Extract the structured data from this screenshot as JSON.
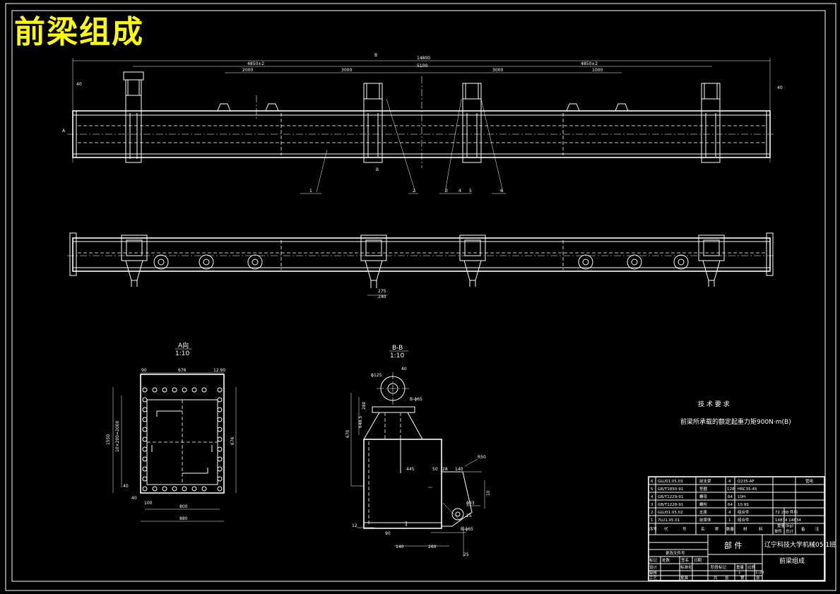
{
  "title": "前梁组成",
  "top_view": {
    "overall_length": "14800",
    "dims_upper": [
      "4850±2",
      "4850±2"
    ],
    "dims_mid": [
      "2000",
      "3000",
      "5100",
      "3000",
      "1000"
    ],
    "side_dims": [
      "40",
      "40"
    ],
    "section_marks": [
      "B",
      "B",
      "A"
    ],
    "leaders": [
      "1",
      "2",
      "3",
      "4",
      "5",
      "6"
    ]
  },
  "front_view": {
    "dims": [
      "275",
      "240"
    ]
  },
  "view_a": {
    "label": "A向",
    "scale": "1:10",
    "top_dims": [
      "90",
      "676",
      "12.90"
    ],
    "left_dims": [
      "1550",
      "10×200=2000"
    ],
    "right_dims": [
      "676",
      "40"
    ],
    "bottom_dims": [
      "40",
      "100",
      "800",
      "880"
    ]
  },
  "section_bb": {
    "label": "B-B",
    "scale": "1:10",
    "dims": [
      "ϕ125",
      "40",
      "B-ϕ65",
      "280",
      "648.5",
      "670",
      "445",
      "50",
      "28",
      "140",
      "B-ϕ65",
      "90",
      "140",
      "260",
      "25",
      "R50",
      "10",
      "12",
      "ϕ33",
      "25"
    ]
  },
  "tech": {
    "title": "技 术 要 求",
    "line": "前梁所承载的额定起重力矩900N·m(B)"
  },
  "bom": [
    {
      "no": "6",
      "code": "GLU01.05.03",
      "name": "前支梁",
      "qty": "4",
      "material": "Q235-AF",
      "note": "管用"
    },
    {
      "no": "5",
      "code": "GB/T1850-91",
      "name": "垫圈",
      "qty": "128",
      "material": "HRC35-45",
      "note": ""
    },
    {
      "no": "4",
      "code": "GB/T1229-91",
      "name": "螺母",
      "qty": "64",
      "material": "10H",
      "note": ""
    },
    {
      "no": "3",
      "code": "GB/T1228-91",
      "name": "螺栓",
      "qty": "64",
      "material": "10.9S",
      "note": ""
    },
    {
      "no": "2",
      "code": "GLU01.05.02",
      "name": "支座",
      "qty": "4",
      "material": "组合件",
      "note": "72 288 件用"
    },
    {
      "no": "1",
      "code": "7LU1.05.01",
      "name": "前梁体",
      "qty": "1",
      "material": "组合件",
      "note": "14834 14834"
    }
  ],
  "bom_header": [
    "序号",
    "代",
    "号",
    "名",
    "称",
    "数量",
    "材",
    "料",
    "单件",
    "总计",
    "备",
    "注"
  ],
  "bom_sub": [
    "重量",
    "(kg)"
  ],
  "title_block": {
    "category": "部 件",
    "school": "辽宁科技大学机械05.1班",
    "drawing_name": "前梁组成",
    "fields": [
      "标记",
      "处数",
      "更改文件号",
      "签名",
      "日期",
      "设计",
      "标准化",
      "审核",
      "工艺",
      "批准",
      "阶段标记",
      "重量",
      "比例",
      "共",
      "张",
      "第",
      "张"
    ],
    "scale": "1:20",
    "qty": "1"
  }
}
